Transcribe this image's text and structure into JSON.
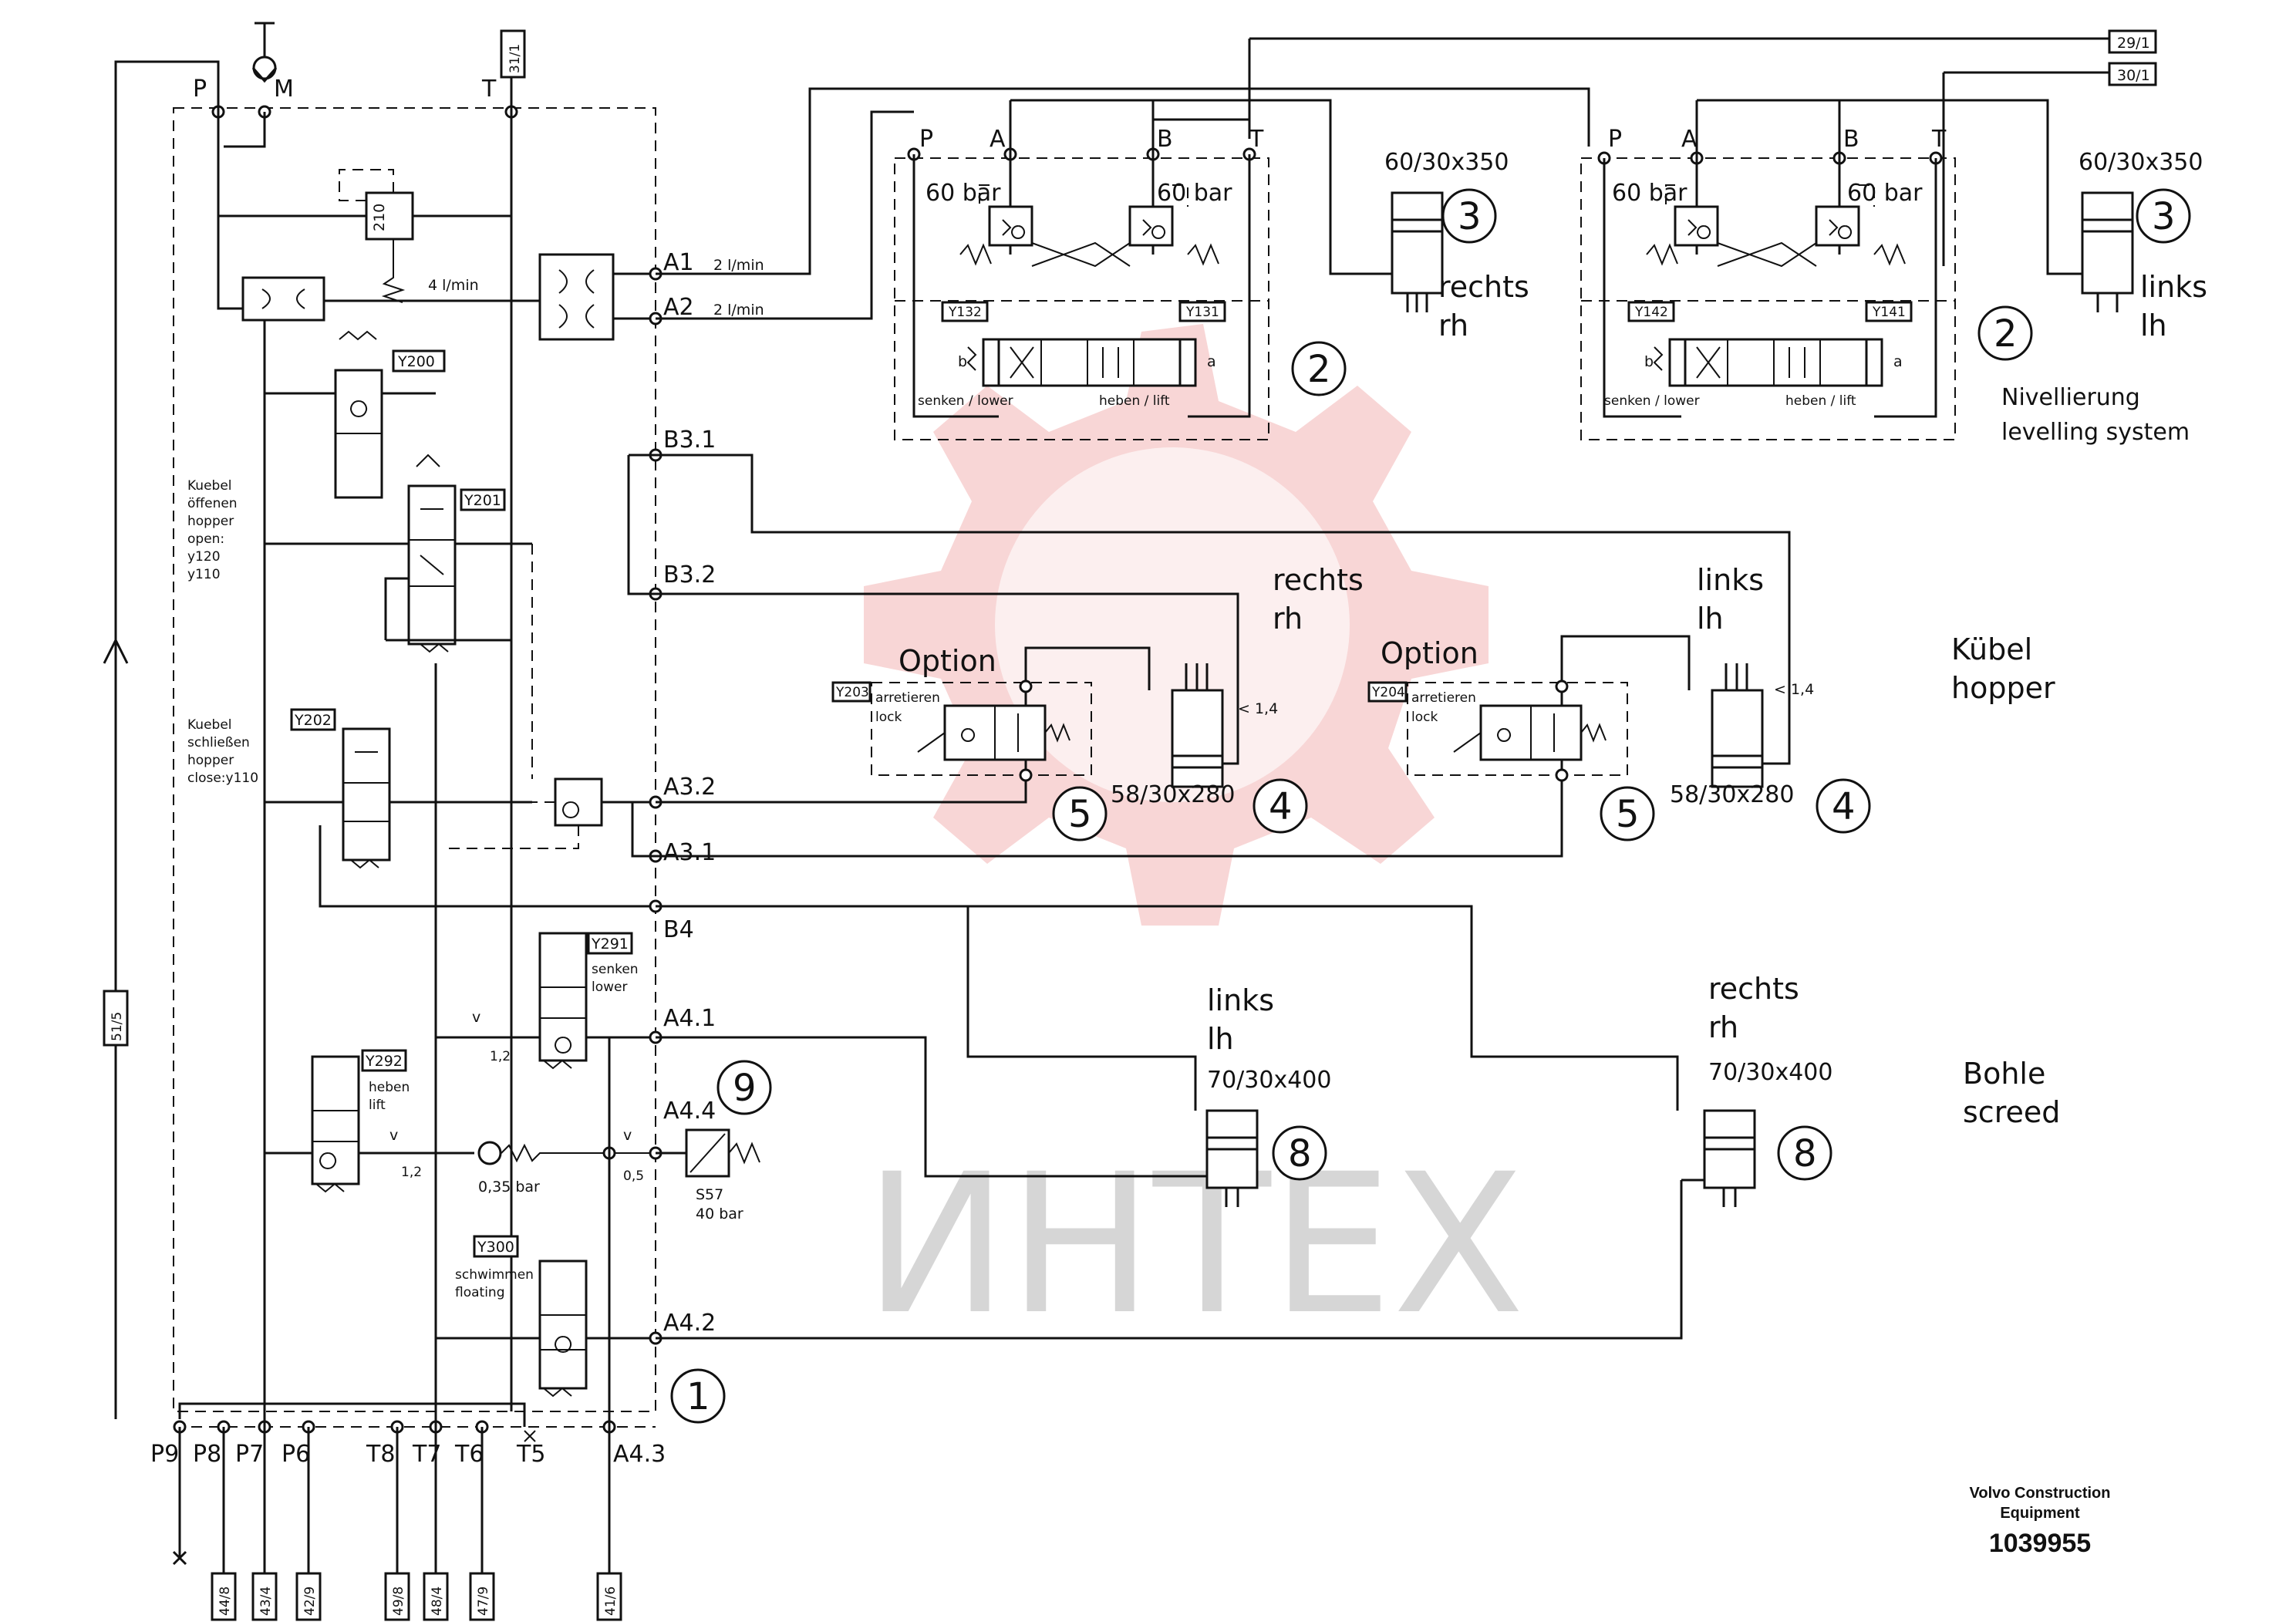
{
  "watermark": {
    "text": "ИНТЕХ",
    "color": "#f2b4b4"
  },
  "brand": {
    "line1": "Volvo Construction",
    "line2": "Equipment",
    "part_number": "1039955"
  },
  "refs": {
    "r29_1": "29/1",
    "r30_1": "30/1",
    "r31_1": "31/1",
    "r51_5": "51/5",
    "r44_8": "44/8",
    "r43_4": "43/4",
    "r42_9": "42/9",
    "r49_8": "49/8",
    "r48_4": "48/4",
    "r47_9": "47/9",
    "r41_6": "41/6"
  },
  "main_block": {
    "P": "P",
    "M": "M",
    "T": "T",
    "valve_210": "210",
    "flow_4": "4 l/min",
    "A1": "A1",
    "A2": "A2",
    "flow_a1": "2 l/min",
    "flow_a2": "2 l/min",
    "B3_1": "B3.1",
    "B3_2": "B3.2",
    "A3_2": "A3.2",
    "A3_1": "A3.1",
    "B4": "B4",
    "A4_1": "A4.1",
    "A4_4": "A4.4",
    "A4_2": "A4.2",
    "A4_3": "A4.3",
    "Y200": "Y200",
    "Y201": "Y201",
    "Y202": "Y202",
    "Y291": "Y291",
    "Y292": "Y292",
    "Y300": "Y300",
    "hopper_open": [
      "Kuebel",
      "öffenen",
      "hopper",
      "open:",
      "y120",
      "y110"
    ],
    "hopper_close": [
      "Kuebel",
      "schließen",
      "hopper",
      "close:y110"
    ],
    "senken": "senken",
    "lower": "lower",
    "heben": "heben",
    "lift": "lift",
    "schwimmen": "schwimmen",
    "floating": "floating",
    "orifice_12a": "1,2",
    "orifice_12b": "1,2",
    "orifice_05": "0,5",
    "check_035": "0,35 bar",
    "S57": "S57",
    "bar40": "40 bar",
    "circle1": "1",
    "circle9": "9",
    "bottom_ports": [
      "P9",
      "P8",
      "P7",
      "P6",
      "T8",
      "T7",
      "T6",
      "T5",
      "A4.3"
    ]
  },
  "level_rh": {
    "P": "P",
    "A": "A",
    "B": "B",
    "T": "T",
    "bar_left": "60 bar",
    "bar_right": "60 bar",
    "y_left": "Y132",
    "y_right": "Y131",
    "b": "b",
    "a": "a",
    "lower": "senken / lower",
    "lift": "heben / lift",
    "circle2": "2",
    "cyl": "60/30x350",
    "circle3": "3",
    "side1": "rechts",
    "side2": "rh"
  },
  "level_lh": {
    "P": "P",
    "A": "A",
    "B": "B",
    "T": "T",
    "bar_left": "60 bar",
    "bar_right": "60 bar",
    "y_left": "Y142",
    "y_right": "Y141",
    "b": "b",
    "a": "a",
    "lower": "senken / lower",
    "lift": "heben / lift",
    "circle2": "2",
    "cyl": "60/30x350",
    "circle3": "3",
    "side1": "links",
    "side2": "lh",
    "system1": "Nivellierung",
    "system2": "levelling system"
  },
  "hopper_rh": {
    "option": "Option",
    "y": "Y203",
    "lock1": "arretieren",
    "lock2": "lock",
    "circle5": "5",
    "cyl": "58/30x280",
    "circle4": "4",
    "side1": "rechts",
    "side2": "rh",
    "orifice": "< 1,4"
  },
  "hopper_lh": {
    "option": "Option",
    "y": "Y204",
    "lock1": "arretieren",
    "lock2": "lock",
    "circle5": "5",
    "cyl": "58/30x280",
    "circle4": "4",
    "side1": "links",
    "side2": "lh",
    "orifice": "< 1,4"
  },
  "hopper_section": {
    "l1": "Kübel",
    "l2": "hopper"
  },
  "screed_lh": {
    "side1": "links",
    "side2": "lh",
    "cyl": "70/30x400",
    "circle8": "8"
  },
  "screed_rh": {
    "side1": "rechts",
    "side2": "rh",
    "cyl": "70/30x400",
    "circle8": "8"
  },
  "screed_section": {
    "l1": "Bohle",
    "l2": "screed"
  }
}
